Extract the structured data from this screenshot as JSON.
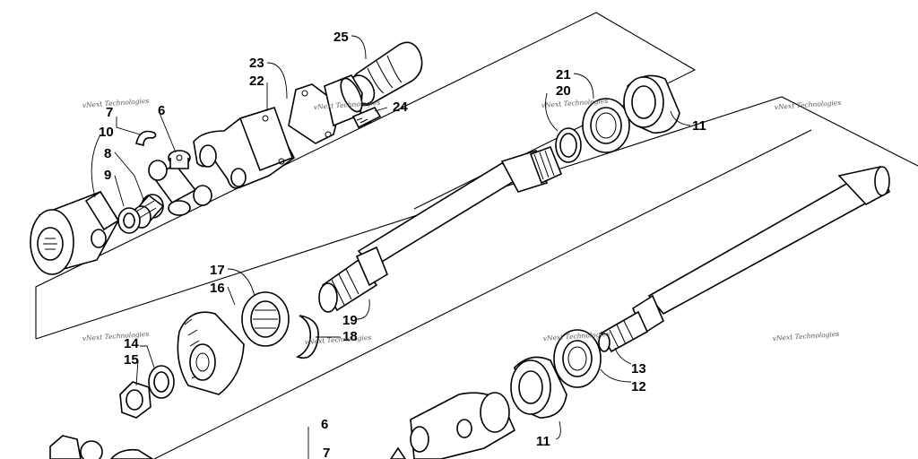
{
  "callouts": {
    "c25": "25",
    "c23": "23",
    "c22": "22",
    "c24": "24",
    "c21": "21",
    "c20": "20",
    "c11a": "11",
    "c7a": "7",
    "c6a": "6",
    "c10": "10",
    "c8": "8",
    "c9": "9",
    "c17": "17",
    "c16": "16",
    "c19": "19",
    "c18": "18",
    "c14": "14",
    "c15": "15",
    "c13": "13",
    "c12": "12",
    "c11b": "11",
    "c6b": "6",
    "c7b": "7"
  },
  "watermarks": {
    "w1": "vNext Technologies",
    "w2": "vNext Technologies",
    "w3": "vNext Technologies",
    "w4": "vNext Technologies",
    "w5": "vNext Technologies",
    "w6": "vNext Technologies",
    "w7": "vNext Technologies",
    "w8": "vNext Technologies"
  }
}
